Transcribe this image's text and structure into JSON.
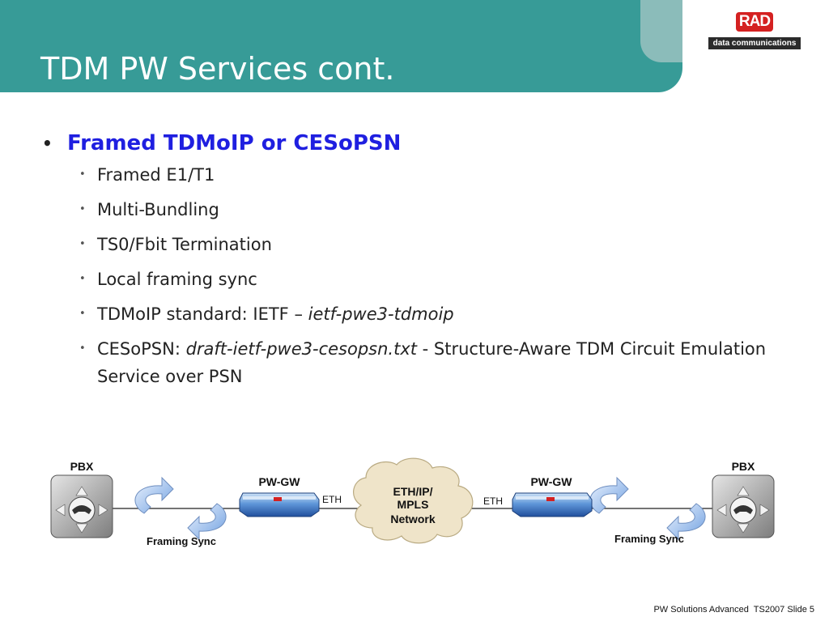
{
  "slide": {
    "title": "TDM PW Services cont.",
    "logo_mark": "RAD",
    "logo_subtitle": "data communications",
    "main_bullet": "Framed TDMoIP or CESoPSN",
    "sub_bullets": [
      {
        "text": "Framed E1/T1"
      },
      {
        "text": "Multi-Bundling"
      },
      {
        "text": "TS0/Fbit Termination"
      },
      {
        "text": "Local framing sync"
      },
      {
        "text": "TDMoIP standard: IETF – ",
        "italic": "ietf-pwe3-tdmoip"
      },
      {
        "prefix": "CESoPSN: ",
        "italic": "draft-ietf-pwe3-cesopsn.txt",
        "suffix": " - Structure-Aware TDM Circuit Emulation Service over PSN"
      }
    ],
    "footer": "PW Solutions Advanced  TS2007 Slide 5"
  },
  "diagram": {
    "pbx_left": "PBX",
    "pbx_right": "PBX",
    "gw_left": "PW-GW",
    "gw_right": "PW-GW",
    "eth_left": "ETH",
    "eth_right": "ETH",
    "cloud_lines": [
      "ETH/IP/",
      "MPLS",
      "Network"
    ],
    "sync_left": "Framing Sync",
    "sync_right": "Framing Sync",
    "colors": {
      "teal": "#379b97",
      "accent_blue": "#1f1fe0",
      "gateway": "#2f6ec8",
      "cloud": "#efe4c9"
    }
  }
}
